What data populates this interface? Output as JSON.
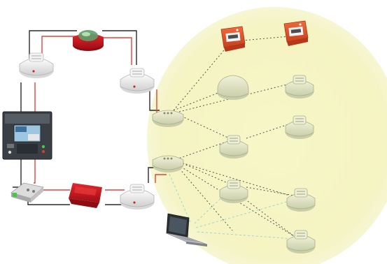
{
  "diagram": {
    "kind": "fire-alarm-system-network",
    "colors": {
      "background": "#ffffff",
      "wireless_zone": "#f5f4c2",
      "wire_black": "#2a2a2a",
      "wire_red": "#e2453c",
      "dotted_link": "#555555",
      "laptop_link": "#9fd6cf",
      "detector_white": "#eeeeee",
      "detector_cream": "#e3e7c4",
      "sounder_red": "#c8161e",
      "call_point_orange": "#e8532b",
      "panel_dark": "#3a3f45"
    },
    "wired_devices": [
      {
        "name": "smoke-detector",
        "icon": "smoke-detector-icon"
      },
      {
        "name": "sounder-beacon",
        "icon": "sounder-beacon-icon"
      },
      {
        "name": "smoke-detector",
        "icon": "smoke-detector-icon"
      },
      {
        "name": "control-panel",
        "icon": "control-panel-icon"
      },
      {
        "name": "interface-module",
        "icon": "interface-module-icon"
      },
      {
        "name": "sounder",
        "icon": "sounder-icon"
      },
      {
        "name": "smoke-detector",
        "icon": "smoke-detector-icon"
      }
    ],
    "wireless_translators": [
      {
        "name": "wireless-translator",
        "icon": "translator-icon"
      },
      {
        "name": "wireless-translator",
        "icon": "translator-icon"
      }
    ],
    "wireless_devices": [
      {
        "name": "manual-call-point",
        "icon": "manual-call-point-icon"
      },
      {
        "name": "manual-call-point",
        "icon": "manual-call-point-icon"
      },
      {
        "name": "wireless-sounder",
        "icon": "wireless-sounder-icon"
      },
      {
        "name": "wireless-detector",
        "icon": "wireless-detector-icon"
      },
      {
        "name": "wireless-detector",
        "icon": "wireless-detector-icon"
      },
      {
        "name": "wireless-detector",
        "icon": "wireless-detector-icon"
      },
      {
        "name": "wireless-detector",
        "icon": "wireless-detector-icon"
      },
      {
        "name": "wireless-detector",
        "icon": "wireless-detector-icon"
      },
      {
        "name": "wireless-detector",
        "icon": "wireless-detector-icon"
      }
    ],
    "configuration_tool": {
      "name": "laptop",
      "icon": "laptop-icon"
    }
  }
}
